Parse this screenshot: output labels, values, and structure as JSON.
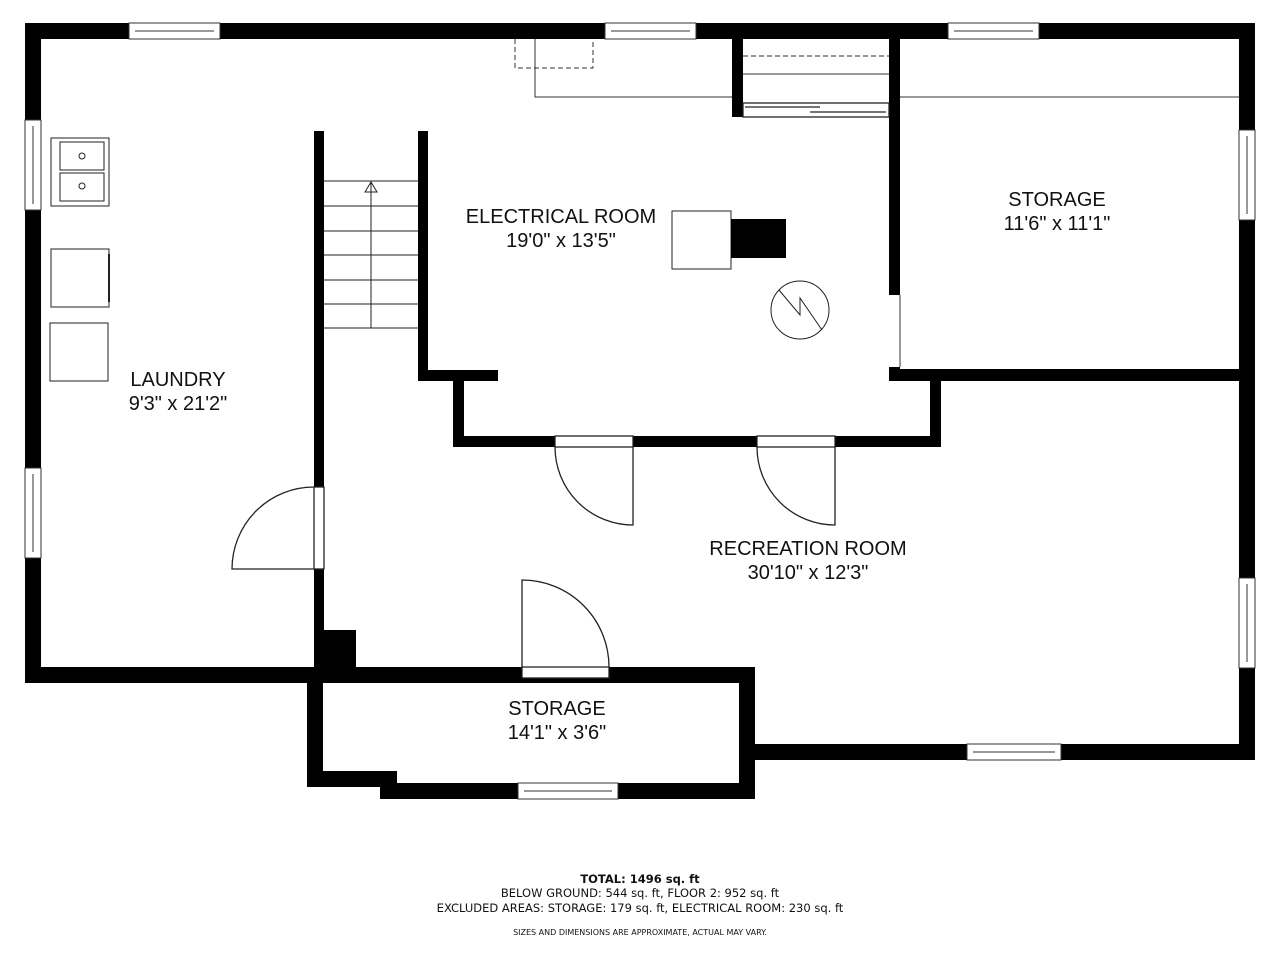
{
  "plan": {
    "rooms": [
      {
        "name": "LAUNDRY",
        "dimensions": "9'3\" x 21'2\""
      },
      {
        "name": "ELECTRICAL ROOM",
        "dimensions": "19'0\" x 13'5\""
      },
      {
        "name": "STORAGE",
        "dimensions": "11'6\" x 11'1\""
      },
      {
        "name": "RECREATION ROOM",
        "dimensions": "30'10\" x 12'3\""
      },
      {
        "name": "STORAGE",
        "dimensions": "14'1\" x 3'6\""
      }
    ],
    "fixtures": [
      "laundry-sink",
      "washer",
      "dryer",
      "stairs-up",
      "furnace",
      "water-heater"
    ]
  },
  "footer": {
    "total": "TOTAL: 1496 sq. ft",
    "breakdown": "BELOW GROUND: 544 sq. ft, FLOOR 2: 952 sq. ft",
    "excluded": "EXCLUDED AREAS: STORAGE: 179 sq. ft, ELECTRICAL ROOM: 230 sq. ft",
    "disclaimer": "SIZES AND DIMENSIONS ARE APPROXIMATE, ACTUAL MAY VARY."
  },
  "colors": {
    "wall": "#000000",
    "background": "#ffffff",
    "line": "#222222"
  }
}
